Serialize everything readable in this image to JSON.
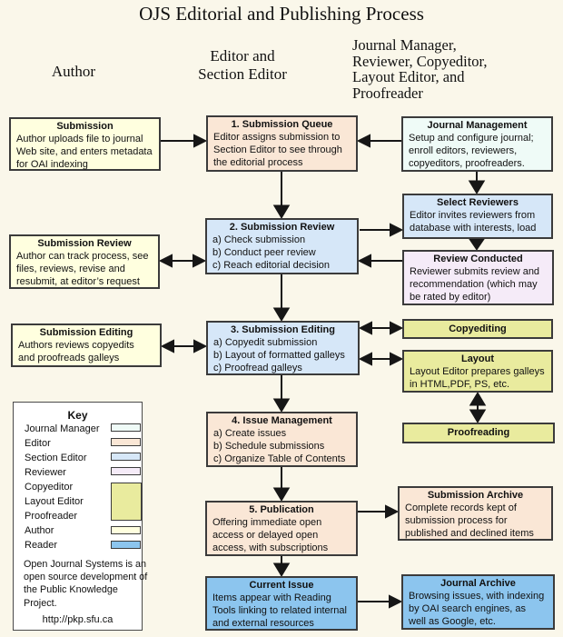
{
  "title": "OJS Editorial and Publishing Process",
  "headers": {
    "author": "Author",
    "editor": "Editor and\nSection Editor",
    "manager": "Journal Manager,\nReviewer, Copyeditor,\nLayout Editor, and\nProofreader"
  },
  "colors": {
    "background": "#FAF7EA",
    "author": "#FFFFDF",
    "editor": "#FAE7D6",
    "section_editor": "#D6E7F8",
    "journal_manager": "#EFFBF7",
    "reviewer": "#F5EBF8",
    "copyeditor": "#E9EB9E",
    "reader": "#8CC5EE",
    "key_background": "#FFFFFF"
  },
  "boxes": {
    "submission": {
      "title": "Submission",
      "body": "Author uploads file to journal\nWeb site, and enters metadata\nfor OAI indexing"
    },
    "submission_review_author": {
      "title": "Submission Review",
      "body": "Author can track process, see\nfiles, reviews, revise and\nresubmit, at editor’s request"
    },
    "submission_editing_author": {
      "title": "Submission Editing",
      "body": "Authors reviews copyedits\nand proofreads galleys"
    },
    "submission_queue": {
      "title": "1. Submission Queue",
      "body": "Editor assigns submission to\nSection Editor to see through\nthe editorial process"
    },
    "submission_review": {
      "title": "2. Submission Review",
      "body": "a) Check submission\nb) Conduct peer review\nc) Reach editorial decision"
    },
    "submission_editing": {
      "title": "3. Submission Editing",
      "body": "a) Copyedit submission\nb) Layout of formatted galleys\nc) Proofread galleys"
    },
    "issue_management": {
      "title": "4. Issue Management",
      "body": "a) Create issues\nb) Schedule submissions\nc) Organize Table of Contents"
    },
    "publication": {
      "title": "5. Publication",
      "body": "Offering immediate open\naccess or delayed open\naccess, with subscriptions"
    },
    "current_issue": {
      "title": "Current Issue",
      "body": "Items appear with Reading\nTools linking to related internal\nand external resources"
    },
    "journal_management": {
      "title": "Journal Management",
      "body": "Setup and configure journal;\nenroll editors, reviewers,\ncopyeditors, proofreaders."
    },
    "select_reviewers": {
      "title": "Select Reviewers",
      "body": "Editor invites reviewers from\ndatabase with interests, load"
    },
    "review_conducted": {
      "title": "Review Conducted",
      "body": "Reviewer submits review and\nrecommendation (which may\nbe rated by editor)"
    },
    "copyediting": {
      "title": "Copyediting"
    },
    "layout": {
      "title": "Layout",
      "body": "Layout Editor prepares galleys\nin HTML,PDF, PS, etc."
    },
    "proofreading": {
      "title": "Proofreading"
    },
    "submission_archive": {
      "title": "Submission Archive",
      "body": "Complete records kept of\nsubmission process for\npublished and declined items"
    },
    "journal_archive": {
      "title": "Journal Archive",
      "body": "Browsing issues, with indexing\nby OAI search engines, as\nwell as Google, etc."
    }
  },
  "key": {
    "title": "Key",
    "items": [
      {
        "label": "Journal Manager"
      },
      {
        "label": "Editor"
      },
      {
        "label": "Section Editor"
      },
      {
        "label": "Reviewer"
      },
      {
        "label": "Copyeditor"
      },
      {
        "label": "Layout Editor"
      },
      {
        "label": "Proofreader"
      },
      {
        "label": "Author"
      },
      {
        "label": "Reader"
      }
    ],
    "note": "Open Journal Systems is an\nopen source development of\nthe Public Knowledge\nProject.",
    "url": "http://pkp.sfu.ca"
  }
}
